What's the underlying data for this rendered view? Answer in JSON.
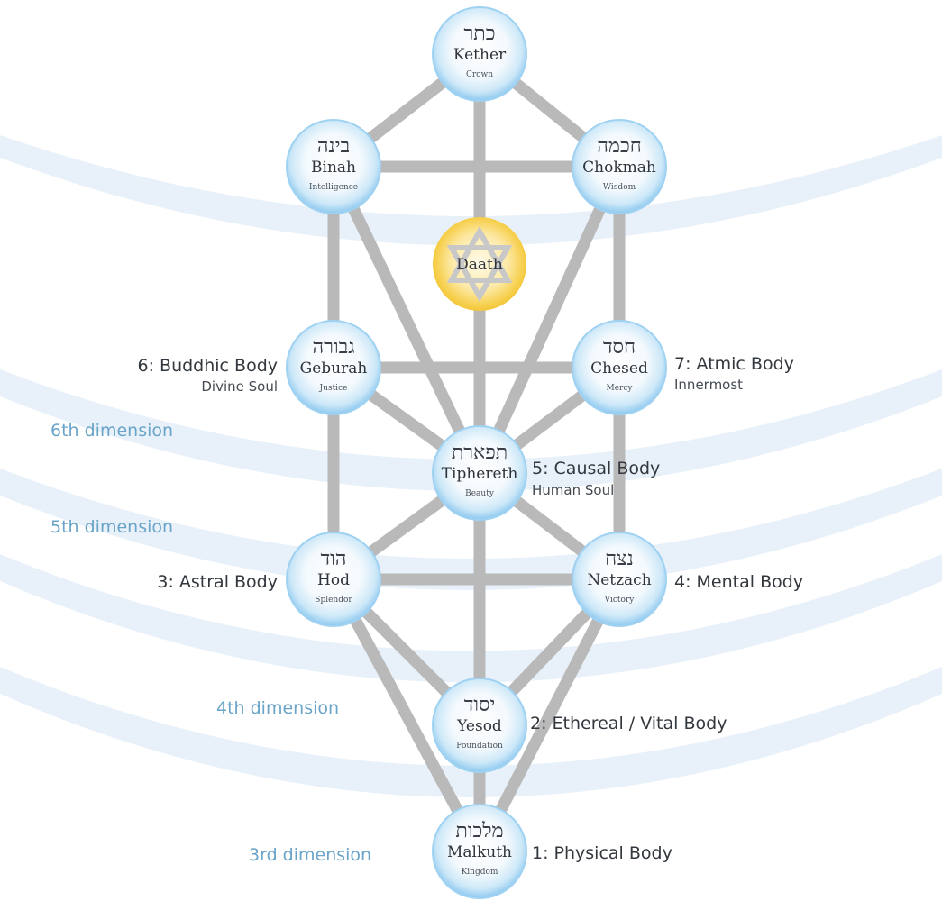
{
  "sephiroth": [
    {
      "id": "kether",
      "hebrew": "כתר",
      "name": "Kether",
      "meaning": "Crown"
    },
    {
      "id": "binah",
      "hebrew": "בינה",
      "name": "Binah",
      "meaning": "Intelligence"
    },
    {
      "id": "chokmah",
      "hebrew": "חכמה",
      "name": "Chokmah",
      "meaning": "Wisdom"
    },
    {
      "id": "daath",
      "hebrew": "",
      "name": "Daath",
      "meaning": ""
    },
    {
      "id": "geburah",
      "hebrew": "גבורה",
      "name": "Geburah",
      "meaning": "Justice"
    },
    {
      "id": "chesed",
      "hebrew": "חסד",
      "name": "Chesed",
      "meaning": "Mercy"
    },
    {
      "id": "tiphereth",
      "hebrew": "תפארת",
      "name": "Tiphereth",
      "meaning": "Beauty"
    },
    {
      "id": "hod",
      "hebrew": "הוד",
      "name": "Hod",
      "meaning": "Splendor"
    },
    {
      "id": "netzach",
      "hebrew": "נצח",
      "name": "Netzach",
      "meaning": "Victory"
    },
    {
      "id": "yesod",
      "hebrew": "יסוד",
      "name": "Yesod",
      "meaning": "Foundation"
    },
    {
      "id": "malkuth",
      "hebrew": "מלכות",
      "name": "Malkuth",
      "meaning": "Kingdom"
    }
  ],
  "paths": [
    [
      "kether",
      "binah"
    ],
    [
      "kether",
      "chokmah"
    ],
    [
      "kether",
      "daath"
    ],
    [
      "binah",
      "chokmah"
    ],
    [
      "binah",
      "geburah"
    ],
    [
      "binah",
      "tiphereth"
    ],
    [
      "chokmah",
      "chesed"
    ],
    [
      "chokmah",
      "tiphereth"
    ],
    [
      "daath",
      "tiphereth"
    ],
    [
      "geburah",
      "chesed"
    ],
    [
      "geburah",
      "tiphereth"
    ],
    [
      "geburah",
      "hod"
    ],
    [
      "chesed",
      "tiphereth"
    ],
    [
      "chesed",
      "netzach"
    ],
    [
      "tiphereth",
      "hod"
    ],
    [
      "tiphereth",
      "netzach"
    ],
    [
      "tiphereth",
      "yesod"
    ],
    [
      "hod",
      "netzach"
    ],
    [
      "hod",
      "yesod"
    ],
    [
      "hod",
      "malkuth"
    ],
    [
      "netzach",
      "yesod"
    ],
    [
      "netzach",
      "malkuth"
    ],
    [
      "yesod",
      "malkuth"
    ]
  ],
  "bodies": {
    "buddhic": {
      "title": "6: Buddhic Body",
      "subtitle": "Divine Soul"
    },
    "atmic": {
      "title": "7: Atmic Body",
      "subtitle": "Innermost"
    },
    "causal": {
      "title": "5: Causal Body",
      "subtitle": "Human Soul"
    },
    "astral": {
      "title": "3: Astral Body",
      "subtitle": ""
    },
    "mental": {
      "title": "4: Mental Body",
      "subtitle": ""
    },
    "ethereal": {
      "title": "2: Ethereal / Vital Body",
      "subtitle": ""
    },
    "physical": {
      "title": "1: Physical Body",
      "subtitle": ""
    }
  },
  "dimensions": {
    "d6": "6th dimension",
    "d5": "5th dimension",
    "d4": "4th dimension",
    "d3": "3rd dimension"
  },
  "colors": {
    "sphere_blue": "#8cc8ef",
    "sphere_gold": "#f2c12e",
    "path_gray": "#b9b9b9",
    "band_blue": "#cfe3f1",
    "dimension_text": "#6aa4c8"
  }
}
